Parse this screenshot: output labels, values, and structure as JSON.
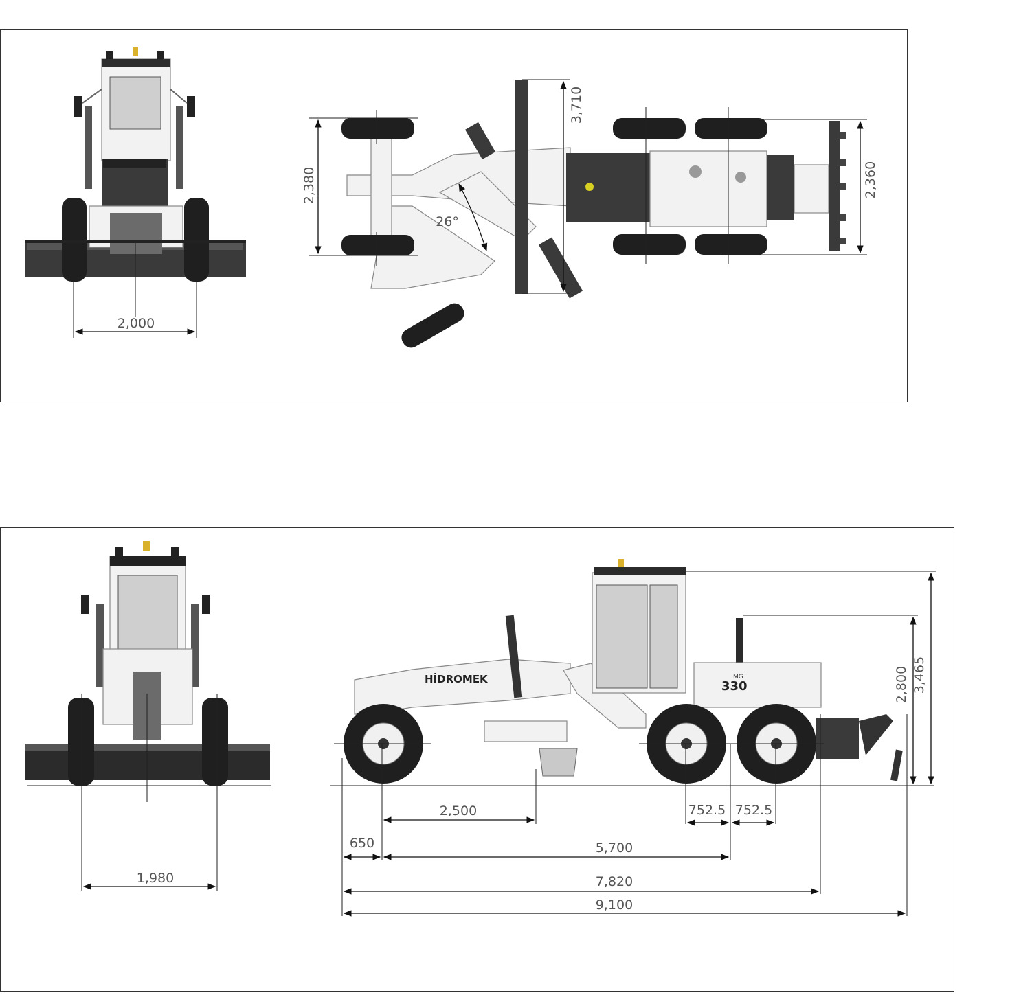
{
  "brand": {
    "name": "HİDROMEK",
    "model": "330",
    "model_prefix": "MG"
  },
  "top_panel": {
    "front_blade_width": "2,000",
    "front_track_width": "2,380",
    "blade_length": "3,710",
    "rear_track_width": "2,360",
    "articulation_angle": "26°"
  },
  "bottom_panel": {
    "rear_track_width": "1,980",
    "front_axle_to_blade": "2,500",
    "front_overhang": "650",
    "tandem_pitch_front": "752.5",
    "tandem_pitch_rear": "752.5",
    "wheelbase": "5,700",
    "length_to_ripper_mount": "7,820",
    "overall_length": "9,100",
    "height_exhaust": "2,800",
    "height_cab": "3,465"
  },
  "colors": {
    "body": "#f2f2f2",
    "tire": "#1f1f1f",
    "dimension_text": "#555555",
    "frame": "#333333"
  }
}
